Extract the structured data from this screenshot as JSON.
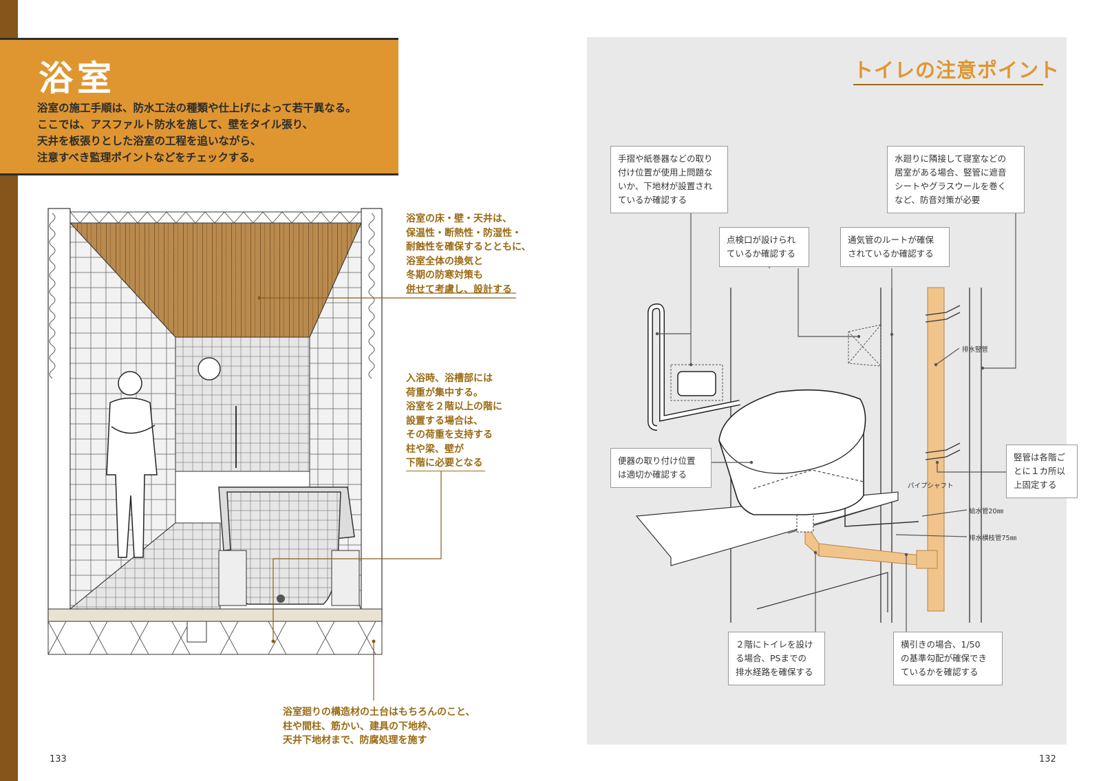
{
  "left_page": {
    "title": "浴室",
    "intro": "浴室の施工手順は、防水工法の種類や仕上げによって若干異なる。\nここでは、アスファルト防水を施して、壁をタイル張り、\n天井を板張りとした浴室の工程を追いながら、\n注意すべき監理ポイントなどをチェックする。",
    "note_1": "浴室の床・壁・天井は、\n保温性・断熱性・防湿性・\n耐蝕性を確保するとともに、\n浴室全体の換気と\n冬期の防寒対策も\n併せて考慮し、設計する",
    "note_2": "入浴時、浴槽部には\n荷重が集中する。\n浴室を２階以上の階に\n設置する場合は、\nその荷重を支持する\n柱や梁、壁が\n下階に必要となる",
    "note_3": "浴室廻りの構造材の土台はもちろんのこと、\n柱や間柱、筋かい、建具の下地枠、\n天井下地材まで、防腐処理を施す",
    "page_number": "133"
  },
  "right_page": {
    "title": "トイレの注意ポイント",
    "box_handrail": "手摺や紙巻器などの取り\n付け位置が使用上問題な\nいか、下地材が設置され\nているか確認する",
    "box_soundproof": "水廻りに隣接して寝室などの\n居室がある場合、竪管に遮音\nシートやグラスウールを巻く\nなど、防音対策が必要",
    "box_inspection": "点検口が設けられ\nているか確認する",
    "box_vent": "通気管のルートが確保\nされているか確認する",
    "box_toilet_position": "便器の取り付け位置\nは適切か確認する",
    "box_vertical_pipe": "竪管は各階ご\nとに１カ所以\n上固定する",
    "box_second_floor": "２階にトイレを設け\nる場合、PSまでの\n排水経路を確保する",
    "box_slope": "横引きの場合、1/50\nの基準勾配が確保でき\nているかを確認する",
    "label_drain_stack": "排水竪管",
    "label_pipe_shaft": "パイプシャフト",
    "label_water_supply": "給水管20㎜",
    "label_drain_branch": "排水横枝管75㎜",
    "page_number": "132"
  },
  "colors": {
    "accent": "#df9631",
    "spine": "#85551b",
    "note_text": "#9a6a14",
    "panel": "#e9e9ea",
    "pipe": "#f0c48a"
  }
}
